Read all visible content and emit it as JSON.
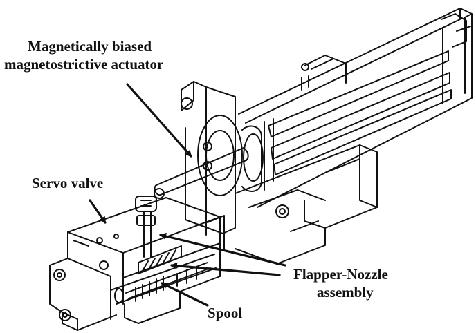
{
  "labels": {
    "actuator_line1": "Magnetically biased",
    "actuator_line2": "magnetostrictive actuator",
    "servo_valve": "Servo valve",
    "flapper_line1": "Flapper-Nozzle",
    "flapper_line2": "assembly",
    "spool": "Spool"
  },
  "colors": {
    "ink": "#111111",
    "background": "#ffffff"
  }
}
